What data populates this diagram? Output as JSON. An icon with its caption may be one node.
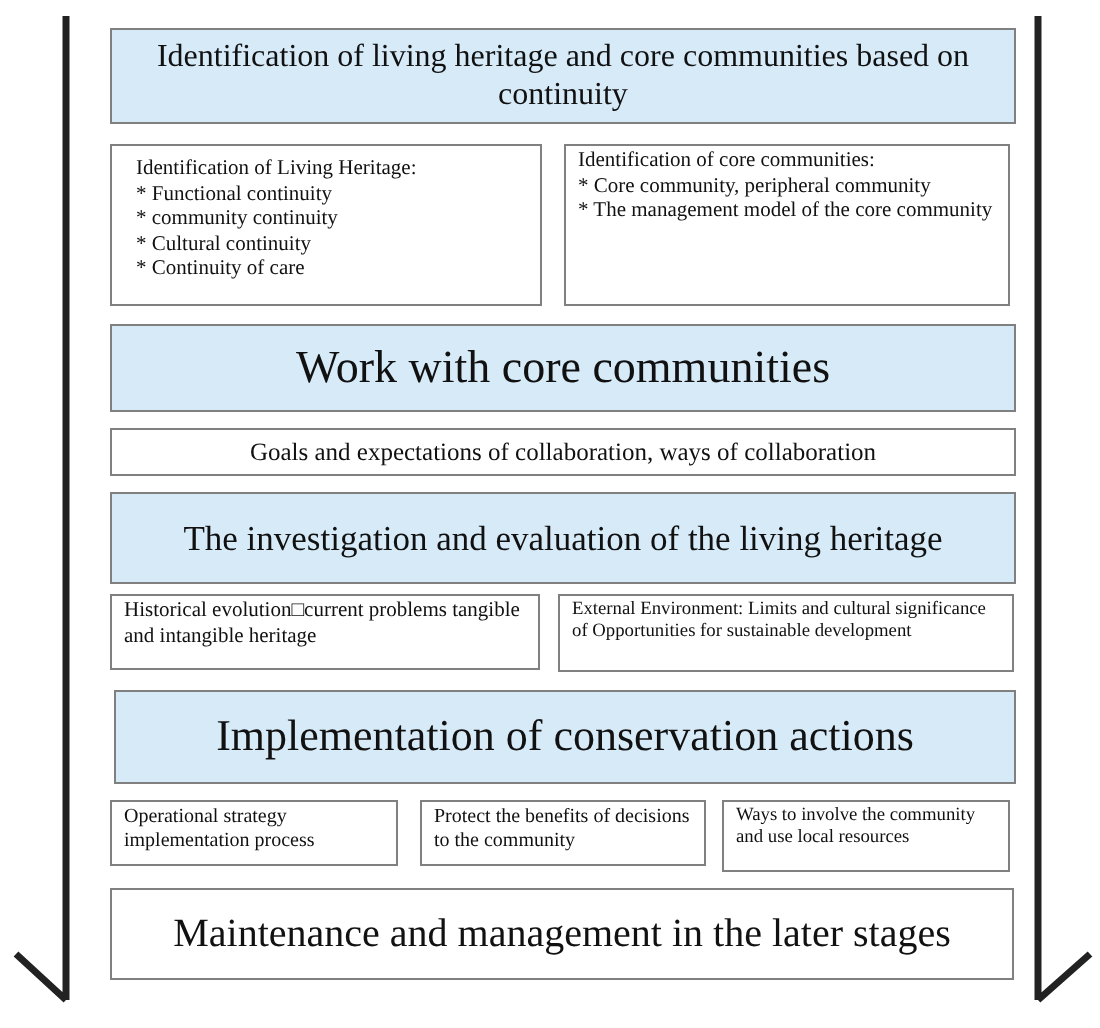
{
  "diagram": {
    "nodes": [
      {
        "text": [
          "Identification of living heritage and core communities based on continuity"
        ]
      },
      {
        "text": [
          "Identification of Living Heritage:",
          "* Functional continuity",
          "* community continuity",
          "* Cultural continuity",
          "* Continuity of care"
        ]
      },
      {
        "text": [
          "Identification of core communities:",
          "* Core community, peripheral community",
          "* The management model of the core community"
        ]
      },
      {
        "text": [
          "Work with core communities"
        ]
      },
      {
        "text": [
          "Goals and expectations of collaboration, ways of collaboration"
        ]
      },
      {
        "text": [
          "The investigation and evaluation of the living heritage"
        ]
      },
      {
        "text": [
          "Historical evolution□current problems tangible and intangible heritage"
        ]
      },
      {
        "text": [
          "External Environment: Limits and cultural significance of Opportunities for sustainable development"
        ]
      },
      {
        "text": [
          "Implementation of conservation actions"
        ]
      },
      {
        "text": [
          "Operational strategy implementation process"
        ]
      },
      {
        "text": [
          "Protect the benefits of decisions to the community"
        ]
      },
      {
        "text": [
          "Ways to involve the community and use local resources"
        ]
      },
      {
        "text": [
          "Maintenance and management in the later stages"
        ]
      }
    ],
    "edges": []
  }
}
